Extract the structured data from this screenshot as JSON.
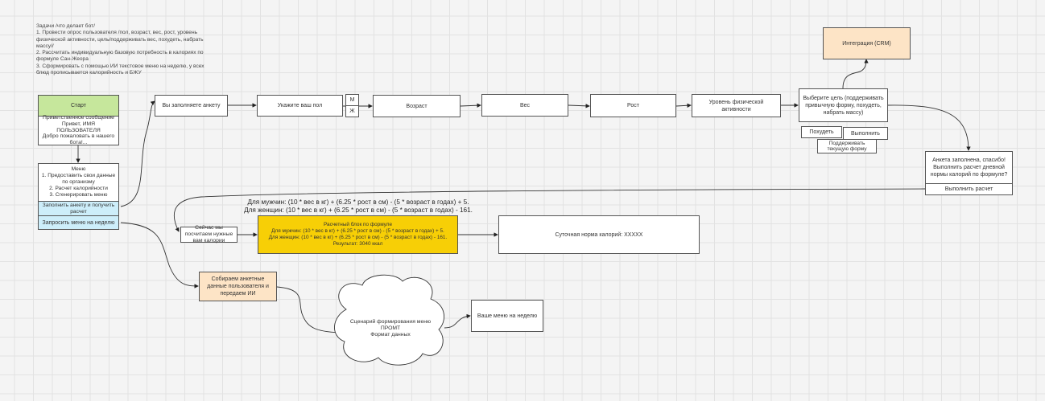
{
  "notes": "Задачи /что делает бот/\n1. Провести опрос пользователя /пол, возраст, вес, рост, уровень физической активности, цель/поддерживать вес, похудеть, набрать массу//\n2. Рассчитать индивидуальную базовую потребность в калориях по формуле Сан-Жеора\n3. Сформировать с помощью ИИ текстовое меню на неделю, у всех блюд прописывается калорийность и БЖУ",
  "start": {
    "title": "Старт",
    "body": "Приветственное сообщение\nПривет, ИМЯ ПОЛЬЗОВАТЕЛЯ\nДобро пожаловать в нашего бота!..."
  },
  "menu": {
    "body": "Меню\n1. Предоставить свои данные по организму\n2. Расчет калорийности\n3. Сгенерировать меню",
    "option1": "Заполнить анкету и получить расчет",
    "option2": "Запросить меню на неделю"
  },
  "flow": {
    "fill_form": "Вы заполняете анкету",
    "gender": "Укажите ваш пол",
    "male": "М",
    "female": "Ж",
    "age": "Возраст",
    "weight": "Вес",
    "height": "Рост",
    "activity": "Уровень физической активности",
    "goal": "Выберите цель (поддерживать привычную форму, похудеть, набрать массу)",
    "goal_lose": "Похудеть",
    "goal_do": "Выполнить",
    "goal_keep": "Поддерживать текущую форму",
    "crm": "Интеграция  (CRM)",
    "done": "Анкета заполнена, спасибо!\nВыполнить расчет дневной нормы калорий по формуле?",
    "done_btn": "Выполнить расчет"
  },
  "formula": {
    "men": "Для мужчин: (10 * вес в кг) + (6.25 * рост в см) - (5 * возраст в годах) + 5.",
    "women": "Для женщин: (10 * вес в кг) + (6.25 * рост в см) - (5 * возраст в годах) - 161."
  },
  "calc": {
    "now": "Сейчас мы посчитаем нужные вам калории",
    "block": "Расчетный блок по формуле\nДля мужчин: (10 * вес в кг) + (6.25 * рост в см) - (5 * возраст в годах) + 5.\nДля женщин: (10 * вес в кг) + (6.25 * рост в см) - (5 * возраст в годах) - 161.\nРезультат: 3040 ккал",
    "daily": "Суточная норма калорий: XXXXX"
  },
  "ai": {
    "collect": "Собираем анкетные данные пользователя и передаем ИИ",
    "cloud": "Сценарий формирования меню\nПРОМТ\nФормат данных",
    "result": "Ваше меню на неделю"
  },
  "colors": {
    "start": "#c6e79c",
    "menu_option": "#cdeefa",
    "orange": "#fde4c6",
    "yellow": "#f7cf06"
  }
}
